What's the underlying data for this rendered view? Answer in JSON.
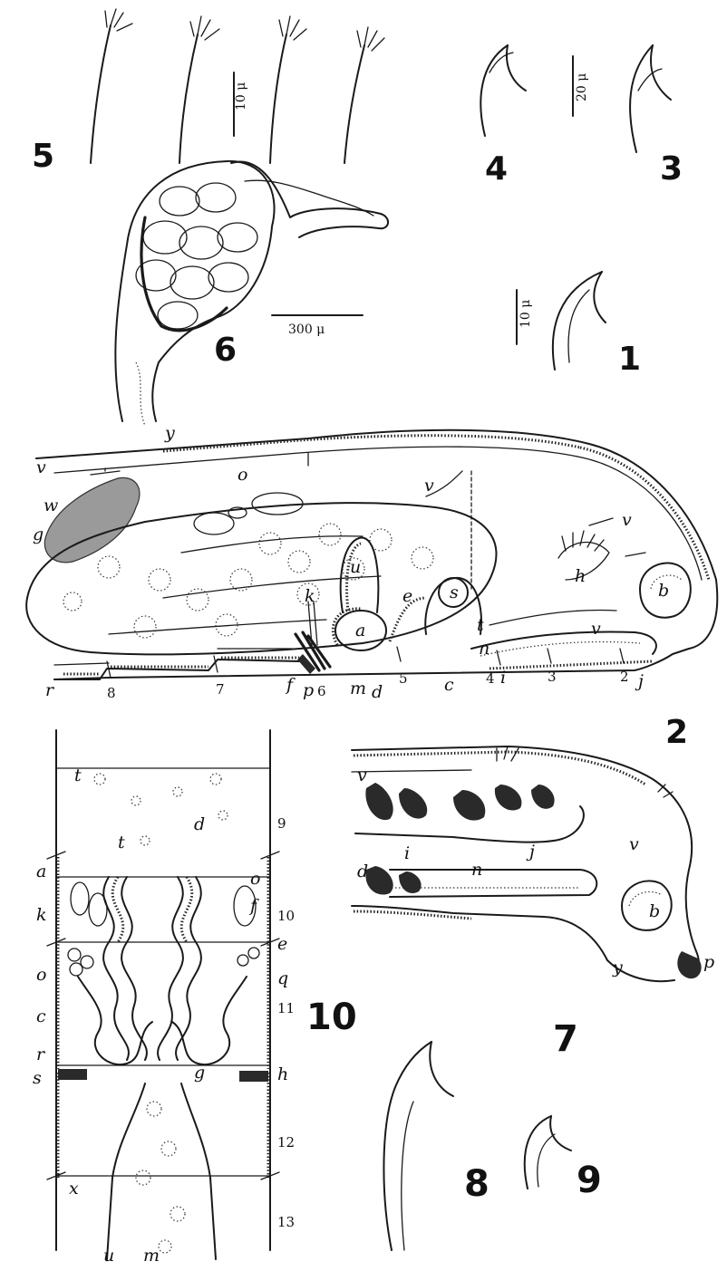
{
  "plate": {
    "figure_numbers": {
      "fig1": "1",
      "fig2": "2",
      "fig3": "3",
      "fig4": "4",
      "fig5": "5",
      "fig6": "6",
      "fig7": "7",
      "fig8": "8",
      "fig9": "9",
      "fig10": "10"
    },
    "scale_bars": {
      "fig5": "10 μ",
      "fig3_4": "20 μ",
      "fig6": "300 μ",
      "fig1": "10 μ"
    },
    "fig2": {
      "labels": {
        "y": "y",
        "o": "o",
        "v1": "v",
        "w": "w",
        "g": "g",
        "v2": "v",
        "v3": "v",
        "r": "r",
        "k": "k",
        "u": "u",
        "e": "e",
        "s": "s",
        "a": "a",
        "t": "t",
        "h": "h",
        "b": "b",
        "n": "n",
        "v4": "v",
        "i": "i",
        "j": "j",
        "f": "f",
        "p": "p",
        "m": "m",
        "d": "d",
        "c": "c"
      },
      "segments": {
        "s8": "8",
        "s7": "7",
        "s6": "6",
        "s5": "5",
        "s4": "4",
        "s3": "3",
        "s2": "2"
      }
    },
    "fig7": {
      "labels": {
        "v1": "v",
        "i": "i",
        "j": "j",
        "v2": "v",
        "b": "b",
        "d": "d",
        "n": "n",
        "y": "y",
        "p": "p"
      }
    },
    "fig10": {
      "labels": {
        "t1": "t",
        "d1": "d",
        "t2": "t",
        "a": "a",
        "k": "k",
        "o1": "o",
        "f": "f",
        "e": "e",
        "o2": "o",
        "q": "q",
        "c": "c",
        "r": "r",
        "s": "s",
        "g": "g",
        "h": "h",
        "x": "x",
        "u": "u",
        "m": "m"
      },
      "segments": {
        "s9": "9",
        "s10": "10",
        "s11": "11",
        "s12": "12",
        "s13": "13"
      }
    }
  }
}
